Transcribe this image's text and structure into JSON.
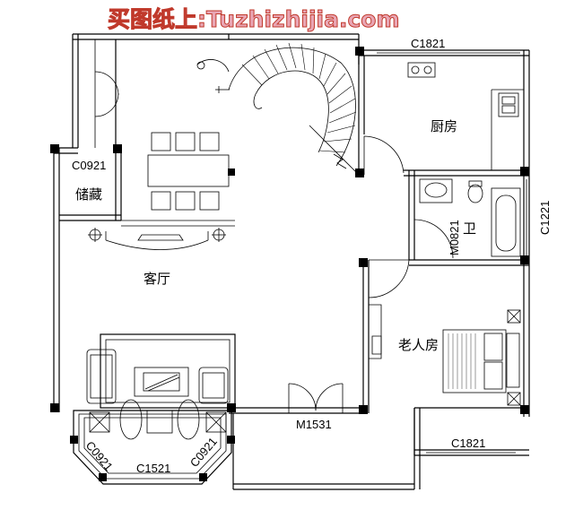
{
  "watermark": "买图纸上:Tuzhizhijia.com",
  "rooms": {
    "kitchen": "厨房",
    "storage": "储藏",
    "bath": "卫",
    "living": "客厅",
    "elder_bedroom": "老人房"
  },
  "codes": {
    "window_kitchen": "C1821",
    "window_storage": "C0921",
    "door_bath": "M0821",
    "window_bath": "C1221",
    "main_door": "M1531",
    "window_bedroom": "C1821",
    "window_bay_front": "C1521",
    "window_bay_left": "C0921",
    "window_bay_right": "C0921"
  }
}
